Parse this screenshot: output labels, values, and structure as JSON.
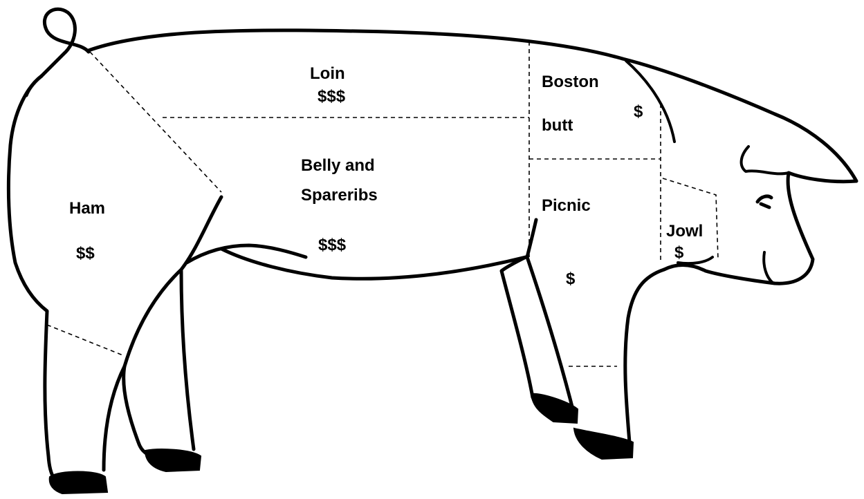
{
  "diagram": {
    "cuts": [
      {
        "id": "loin",
        "name": "Loin",
        "price": "$$$"
      },
      {
        "id": "boston-butt",
        "name_line1": "Boston",
        "name_line2": "butt",
        "price": "$"
      },
      {
        "id": "belly-spareribs",
        "name_line1": "Belly and",
        "name_line2": "Spareribs",
        "price": "$$$"
      },
      {
        "id": "ham",
        "name": "Ham",
        "price": "$$"
      },
      {
        "id": "picnic",
        "name": "Picnic",
        "price": "$"
      },
      {
        "id": "jowl",
        "name": "Jowl",
        "price": "$"
      }
    ]
  }
}
